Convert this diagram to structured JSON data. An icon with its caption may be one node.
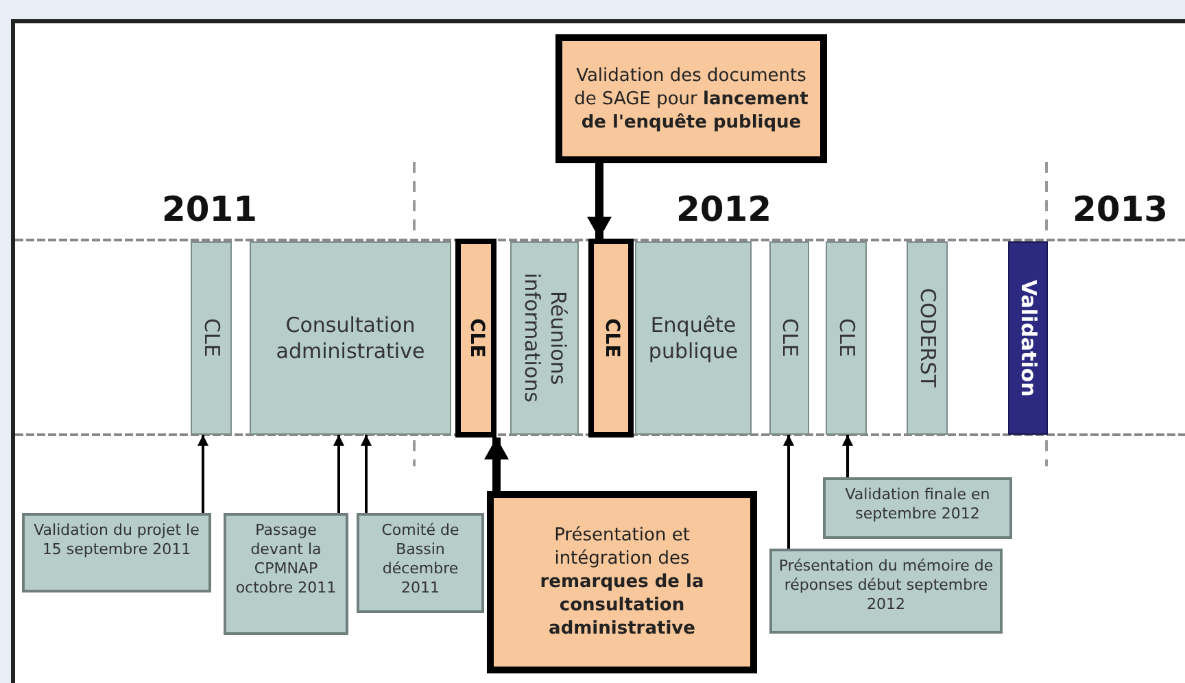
{
  "diagram": {
    "nodes": [
      {
        "text": [
          "Validation des documents de SAGE pour **lancement de l'enquête publique**"
        ]
      },
      {
        "text": [
          "CLE"
        ]
      },
      {
        "text": [
          "Consultation administrative"
        ]
      },
      {
        "text": [
          "CLE"
        ]
      },
      {
        "text": [
          "Réunions informations"
        ]
      },
      {
        "text": [
          "CLE"
        ]
      },
      {
        "text": [
          "Enquête publique"
        ]
      },
      {
        "text": [
          "CLE"
        ]
      },
      {
        "text": [
          "CLE"
        ]
      },
      {
        "text": [
          "CODERST"
        ]
      },
      {
        "text": [
          "Validation"
        ]
      },
      {
        "text": [
          "Validation du projet le 15 septembre 2011"
        ]
      },
      {
        "text": [
          "Passage devant la CPMNAP octobre 2011"
        ]
      },
      {
        "text": [
          "Comité de Bassin décembre 2011"
        ]
      },
      {
        "text": [
          "Présentation et intégration des **remarques de la consultation administrative**"
        ]
      },
      {
        "text": [
          "Présentation du mémoire de réponses début septembre 2012"
        ]
      },
      {
        "text": [
          "Validation finale en septembre 2012"
        ]
      }
    ],
    "edges": [
      {
        "from": 0,
        "to": 5,
        "arrow": "to",
        "style": "thick"
      },
      {
        "from": 11,
        "to": 1,
        "arrow": "to"
      },
      {
        "from": 12,
        "to": 2,
        "arrow": "to"
      },
      {
        "from": 13,
        "to": 2,
        "arrow": "to"
      },
      {
        "from": 14,
        "to": 3,
        "arrow": "to",
        "style": "thick"
      },
      {
        "from": 15,
        "to": 7,
        "arrow": "to"
      },
      {
        "from": 16,
        "to": 8,
        "arrow": "to"
      }
    ],
    "labels": [
      "2011",
      "2012",
      "2013"
    ]
  }
}
